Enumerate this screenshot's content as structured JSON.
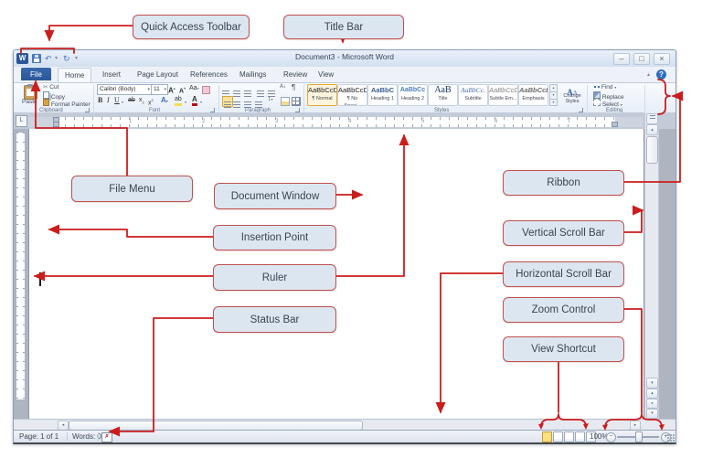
{
  "window": {
    "title": "Document3 - Microsoft Word",
    "controls": {
      "minimize": "–",
      "restore": "□",
      "close": "×"
    },
    "help": "?"
  },
  "glyphs": {
    "word_logo": "W",
    "undo": "↶",
    "redo": "↻",
    "caret": "▾",
    "caret_up": "▴",
    "bold": "B",
    "italic": "I",
    "underline": "U",
    "strike": "ab",
    "sub_x": "x",
    "sub_2": "2",
    "sup_x": "x",
    "sup_2": "2",
    "grow": "A",
    "shrink": "A",
    "case": "Aa",
    "glow": "A",
    "highlight": "ab",
    "fontcolor": "A",
    "pilcrow": "¶",
    "sort": "A↓",
    "linespacing": "↕",
    "cut_icon": "✂",
    "left": "◂",
    "right": "▸",
    "up": "▴",
    "down": "▾",
    "ball": "●",
    "minus": "−",
    "plus": "+",
    "tabsel": "L"
  },
  "tabs": {
    "file": "File",
    "items": [
      "Home",
      "Insert",
      "Page Layout",
      "References",
      "Mailings",
      "Review",
      "View"
    ]
  },
  "ribbon": {
    "clipboard": {
      "label": "Clipboard",
      "paste": "Paste",
      "cut": "Cut",
      "copy": "Copy",
      "format_painter": "Format Painter"
    },
    "font": {
      "label": "Font",
      "name": "Calibri (Body)",
      "size": "11"
    },
    "paragraph": {
      "label": "Paragraph"
    },
    "styles": {
      "label": "Styles",
      "change_styles": "Change Styles",
      "items": [
        {
          "sample": "AaBbCcDc",
          "name": "¶ Normal"
        },
        {
          "sample": "AaBbCcDc",
          "name": "¶ No Spaci..."
        },
        {
          "sample": "AaBbC",
          "name": "Heading 1"
        },
        {
          "sample": "AaBbCc",
          "name": "Heading 2"
        },
        {
          "sample": "AaB",
          "name": "Title"
        },
        {
          "sample": "AaBbCc.",
          "name": "Subtitle"
        },
        {
          "sample": "AaBbCcDi",
          "name": "Subtle Em..."
        },
        {
          "sample": "AaBbCcDi",
          "name": "Emphasis"
        }
      ]
    },
    "editing": {
      "label": "Editing",
      "find": "Find",
      "replace": "Replace",
      "select": "Select"
    }
  },
  "ruler": {
    "numbers": [
      "1",
      "2",
      "3",
      "4",
      "5",
      "6",
      "7"
    ]
  },
  "status": {
    "page": "Page: 1 of 1",
    "words": "Words: 0",
    "zoom": "100%"
  },
  "callouts": {
    "quick_access_toolbar": "Quick Access Toolbar",
    "title_bar": "Title Bar",
    "file_menu": "File Menu",
    "document_window": "Document Window",
    "insertion_point": "Insertion Point",
    "ruler": "Ruler",
    "status_bar": "Status Bar",
    "ribbon": "Ribbon",
    "vertical_scroll_bar": "Vertical Scroll Bar",
    "horizontal_scroll_bar": "Horizontal Scroll Bar",
    "zoom_control": "Zoom Control",
    "view_shortcut": "View Shortcut"
  }
}
